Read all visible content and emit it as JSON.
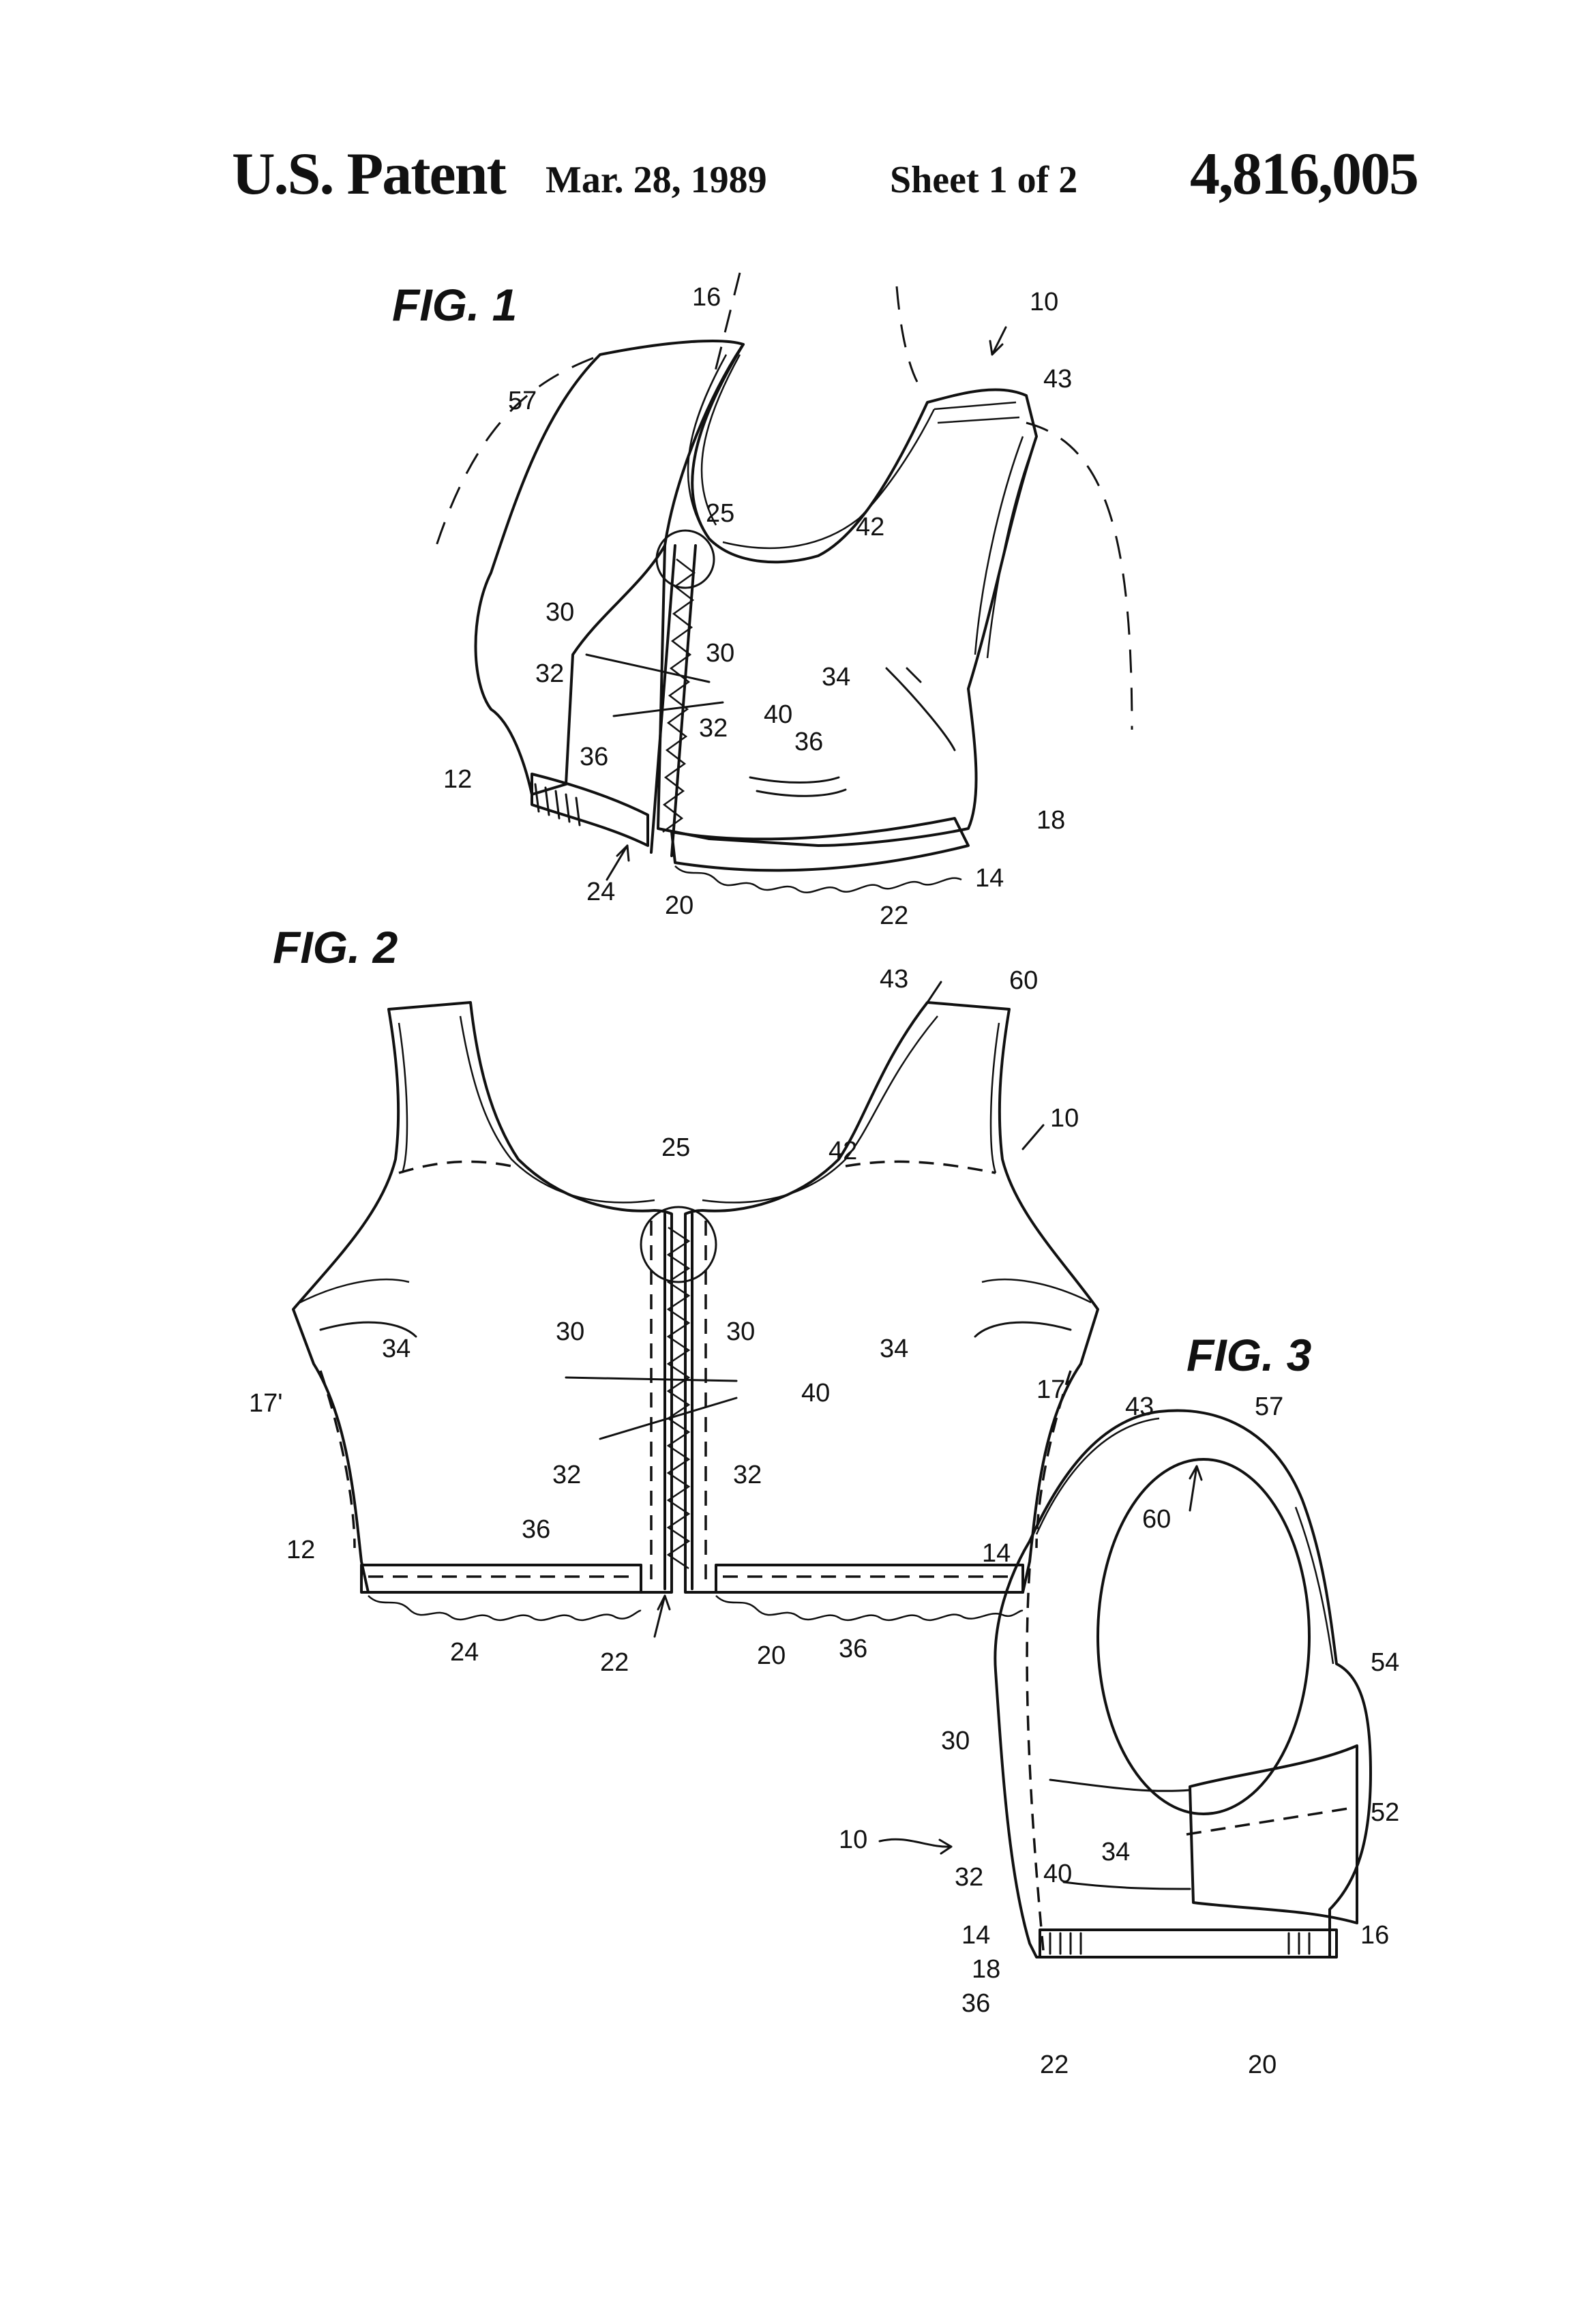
{
  "header": {
    "title": "U.S. Patent",
    "date": "Mar. 28, 1989",
    "sheet": "Sheet 1 of 2",
    "patent_number": "4,816,005"
  },
  "figures": [
    {
      "label": "FIG. 1",
      "refs": [
        "10",
        "12",
        "14",
        "16",
        "18",
        "20",
        "22",
        "24",
        "25",
        "30",
        "30",
        "32",
        "32",
        "34",
        "36",
        "36",
        "40",
        "42",
        "43",
        "57"
      ]
    },
    {
      "label": "FIG. 2",
      "refs": [
        "10",
        "12",
        "14",
        "17'",
        "17'",
        "20",
        "22",
        "24",
        "25",
        "30",
        "30",
        "32",
        "32",
        "34",
        "34",
        "36",
        "36",
        "40",
        "42",
        "43",
        "60"
      ]
    },
    {
      "label": "FIG. 3",
      "refs": [
        "10",
        "14",
        "16",
        "18",
        "20",
        "22",
        "30",
        "32",
        "34",
        "36",
        "40",
        "43",
        "52",
        "54",
        "57",
        "60"
      ]
    }
  ]
}
